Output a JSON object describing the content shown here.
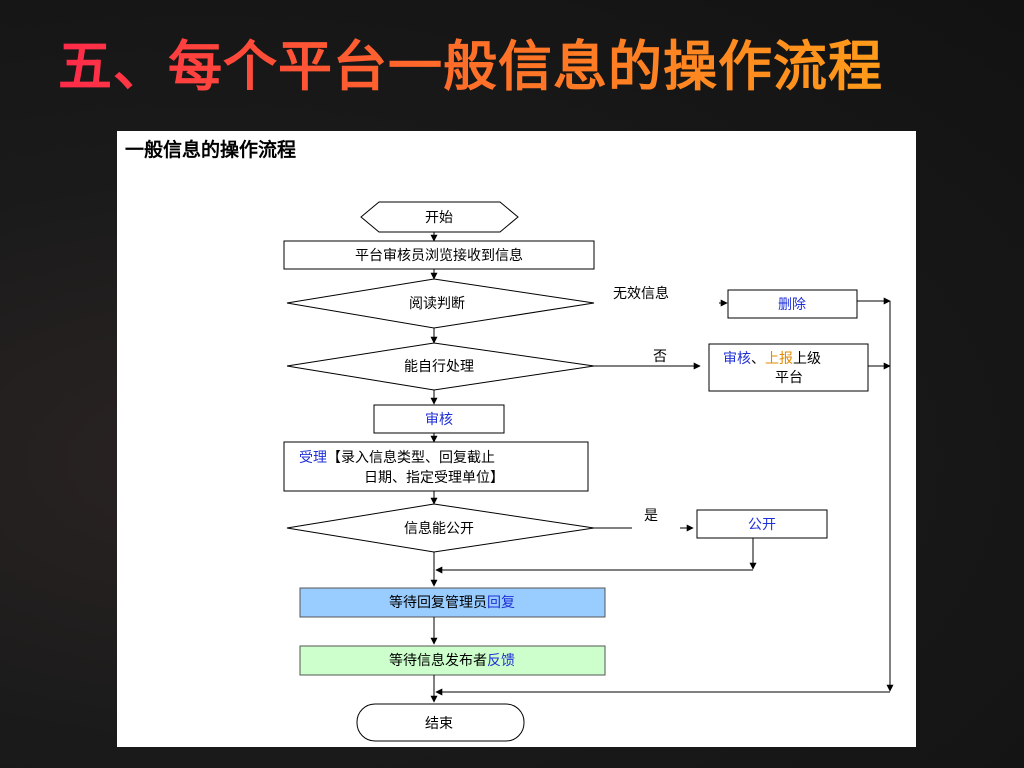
{
  "slide": {
    "title": "五、每个平台一般信息的操作流程"
  },
  "diagram": {
    "title": "一般信息的操作流程",
    "nodes": {
      "start": "开始",
      "browse": "平台审核员浏览接收到信息",
      "read_judge": "阅读判断",
      "self_handle": "能自行处理",
      "review": "审核",
      "accept": {
        "kw": "受理",
        "line1_rest": "【录入信息类型、回复截止",
        "line2": "日期、指定受理单位】"
      },
      "can_public": "信息能公开",
      "wait_reply": {
        "text": "等待回复管理员",
        "kw": "回复"
      },
      "wait_feedback": {
        "text": "等待信息发布者",
        "kw": "反馈"
      },
      "end": "结束",
      "delete": "删除",
      "report": {
        "kw1": "审核",
        "sep": "、",
        "kw2": "上报",
        "rest": "上级",
        "line2": "平台"
      },
      "public": "公开"
    },
    "edges": {
      "invalid": "无效信息",
      "no": "否",
      "yes": "是"
    },
    "colors": {
      "keyword": "#1f2fd6",
      "report_highlight": "#e38a00",
      "wait_reply_fill": "#99ccff",
      "wait_feedback_fill": "#ccffcc"
    }
  }
}
